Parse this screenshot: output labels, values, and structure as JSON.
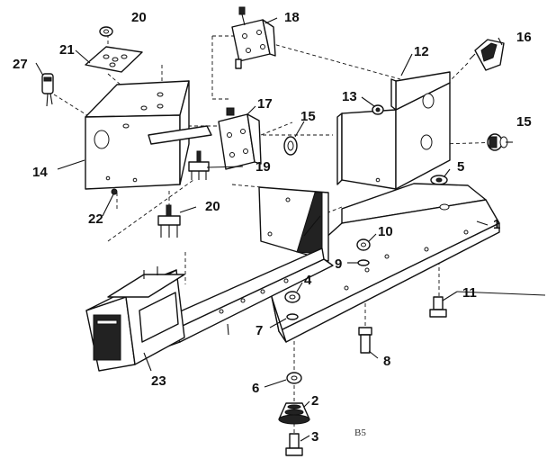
{
  "diagram": {
    "labels": {
      "p1": "1",
      "p2": "2",
      "p3": "3",
      "p4": "4",
      "p5": "5",
      "p6": "6",
      "p7": "7",
      "p8": "8",
      "p9": "9",
      "p10": "10",
      "p11": "11",
      "p12": "12",
      "p13": "13",
      "p14": "14",
      "p15a": "15",
      "p15b": "15",
      "p16": "16",
      "p17": "17",
      "p18": "18",
      "p19": "19",
      "p20a": "20",
      "p20b": "20",
      "p21": "21",
      "p22": "22",
      "p23": "23",
      "p27": "27"
    },
    "page_code": "B5"
  }
}
